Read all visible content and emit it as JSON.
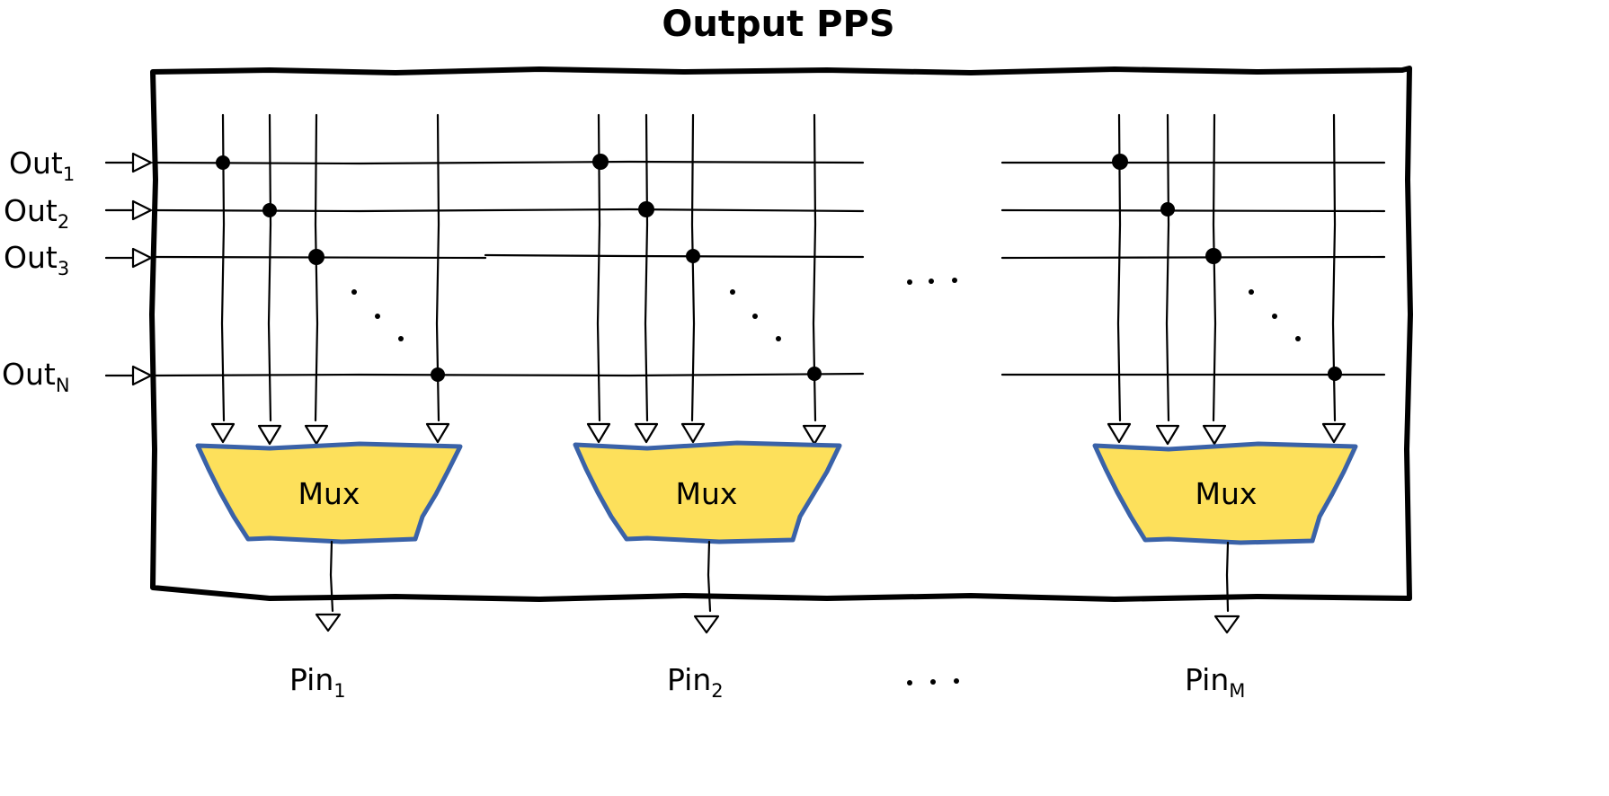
{
  "title": "Output PPS",
  "inputs": [
    {
      "base": "Out",
      "sub": "1"
    },
    {
      "base": "Out",
      "sub": "2"
    },
    {
      "base": "Out",
      "sub": "3"
    },
    {
      "base": "Out",
      "sub": "N"
    }
  ],
  "outputs": [
    {
      "base": "Pin",
      "sub": "1"
    },
    {
      "base": "Pin",
      "sub": "2"
    },
    {
      "base": "Pin",
      "sub": "M"
    }
  ],
  "mux_label": "Mux",
  "colors": {
    "mux_fill": "#fde05b",
    "mux_stroke": "#3a62a8",
    "line": "#000000"
  }
}
